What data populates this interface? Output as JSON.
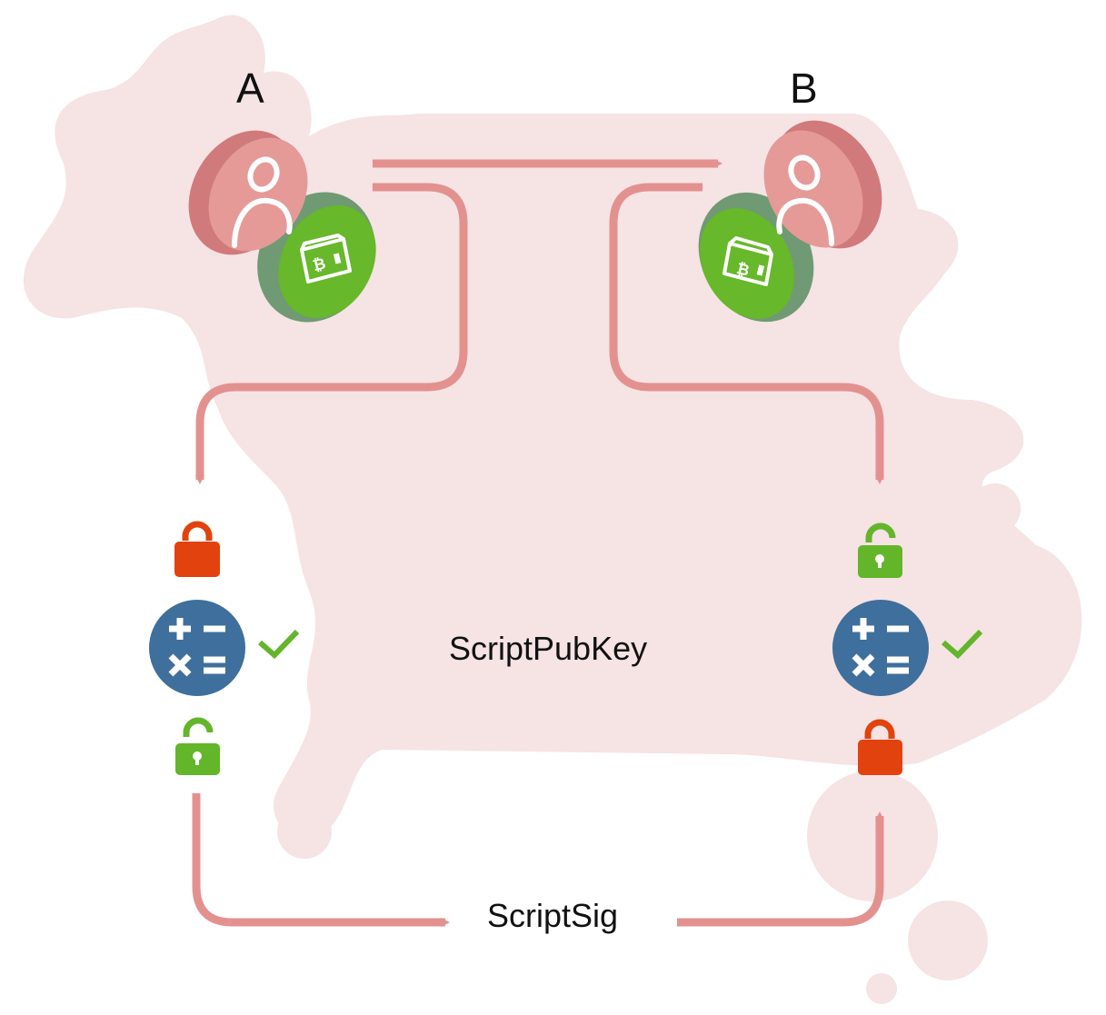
{
  "diagram": {
    "nodes": {
      "a": {
        "label": "A"
      },
      "b": {
        "label": "B"
      }
    },
    "labels": {
      "script_pub_key": "ScriptPubKey",
      "script_sig": "ScriptSig"
    },
    "icons": {
      "a_user": "user-icon",
      "a_wallet": "bitcoin-wallet-icon",
      "b_user": "user-icon",
      "b_wallet": "bitcoin-wallet-icon",
      "a_lock_top": "lock-closed-icon",
      "a_calc": "calculator-icon",
      "a_check": "check-icon",
      "a_lock_bottom": "lock-open-icon",
      "b_lock_top": "lock-open-icon",
      "b_calc": "calculator-icon",
      "b_check": "check-icon",
      "b_lock_bottom": "lock-closed-icon"
    },
    "colors": {
      "blob": "#f6e3e4",
      "arrow": "#e3918f",
      "user_disc": "#e59a98",
      "user_disc_side": "#d07a7c",
      "wallet_disc": "#67b82a",
      "wallet_disc_side": "#6f9a74",
      "lock_closed": "#e2420d",
      "lock_open": "#63b52a",
      "calculator": "#3f6f9c",
      "check": "#63b52a"
    }
  }
}
